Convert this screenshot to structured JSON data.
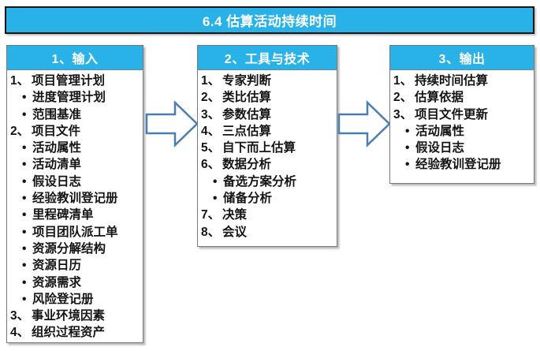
{
  "title": "6.4 估算活动持续时间",
  "colors": {
    "accent": "#29B2E8",
    "title_border": "#141414",
    "box_border": "#787878",
    "arrow_outline": "#4A7EB5",
    "arrow_fill": "#FFFFFF",
    "header_text": "#FFFFFF",
    "body_text": "#141414"
  },
  "icons": {
    "arrow_between_columns": "block-arrow-right"
  },
  "columns": [
    {
      "header": "1、输入",
      "items": [
        {
          "type": "numbered",
          "prefix": "1、",
          "text": "项目管理计划"
        },
        {
          "type": "bullet",
          "prefix": "•",
          "text": "进度管理计划"
        },
        {
          "type": "bullet",
          "prefix": "•",
          "text": "范围基准"
        },
        {
          "type": "numbered",
          "prefix": "2、",
          "text": "项目文件"
        },
        {
          "type": "bullet",
          "prefix": "•",
          "text": "活动属性"
        },
        {
          "type": "bullet",
          "prefix": "•",
          "text": "活动清单"
        },
        {
          "type": "bullet",
          "prefix": "•",
          "text": "假设日志"
        },
        {
          "type": "bullet",
          "prefix": "•",
          "text": "经验教训登记册"
        },
        {
          "type": "bullet",
          "prefix": "•",
          "text": "里程碑清单"
        },
        {
          "type": "bullet",
          "prefix": "•",
          "text": "项目团队派工单"
        },
        {
          "type": "bullet",
          "prefix": "•",
          "text": "资源分解结构"
        },
        {
          "type": "bullet",
          "prefix": "•",
          "text": "资源日历"
        },
        {
          "type": "bullet",
          "prefix": "•",
          "text": "资源需求"
        },
        {
          "type": "bullet",
          "prefix": "•",
          "text": "风险登记册"
        },
        {
          "type": "numbered",
          "prefix": "3、",
          "text": "事业环境因素"
        },
        {
          "type": "numbered",
          "prefix": "4、",
          "text": "组织过程资产"
        }
      ]
    },
    {
      "header": "2、工具与技术",
      "items": [
        {
          "type": "numbered",
          "prefix": "1、",
          "text": "专家判断"
        },
        {
          "type": "numbered",
          "prefix": "2、",
          "text": "类比估算"
        },
        {
          "type": "numbered",
          "prefix": "3、",
          "text": "参数估算"
        },
        {
          "type": "numbered",
          "prefix": "4、",
          "text": "三点估算"
        },
        {
          "type": "numbered",
          "prefix": "5、",
          "text": "自下而上估算"
        },
        {
          "type": "numbered",
          "prefix": "6、",
          "text": "数据分析"
        },
        {
          "type": "bullet",
          "prefix": "•",
          "text": "备选方案分析"
        },
        {
          "type": "bullet",
          "prefix": "•",
          "text": "储备分析"
        },
        {
          "type": "numbered",
          "prefix": "7、",
          "text": "决策"
        },
        {
          "type": "numbered",
          "prefix": "8、",
          "text": "会议"
        }
      ]
    },
    {
      "header": "3、输出",
      "items": [
        {
          "type": "numbered",
          "prefix": "1、",
          "text": "持续时间估算"
        },
        {
          "type": "numbered",
          "prefix": "2、",
          "text": "估算依据"
        },
        {
          "type": "numbered",
          "prefix": "3、",
          "text": "项目文件更新"
        },
        {
          "type": "bullet",
          "prefix": "•",
          "text": "活动属性"
        },
        {
          "type": "bullet",
          "prefix": "•",
          "text": "假设日志"
        },
        {
          "type": "bullet",
          "prefix": "•",
          "text": "经验教训登记册"
        }
      ]
    }
  ]
}
